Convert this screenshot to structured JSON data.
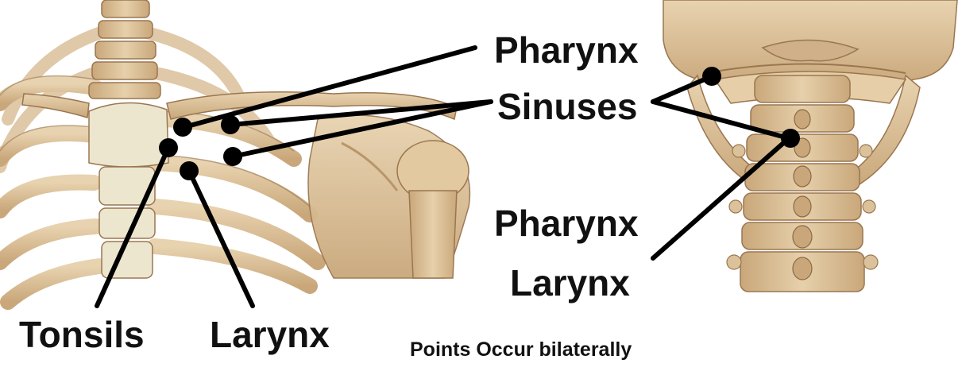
{
  "labels": {
    "pharynx_right_top": "Pharynx",
    "sinuses": "Sinuses",
    "pharynx_right_bottom": "Pharynx",
    "larynx_right": "Larynx",
    "tonsils": "Tonsils",
    "larynx_left": "Larynx",
    "note": "Points Occur bilaterally"
  },
  "colors": {
    "bone": "#dcc29a",
    "bone_dark": "#b9966a",
    "cartilage": "#ece6cf",
    "line": "#000000",
    "text": "#111111"
  },
  "figures": [
    "chest-skeleton-illustration",
    "neck-skull-posterior-illustration"
  ]
}
